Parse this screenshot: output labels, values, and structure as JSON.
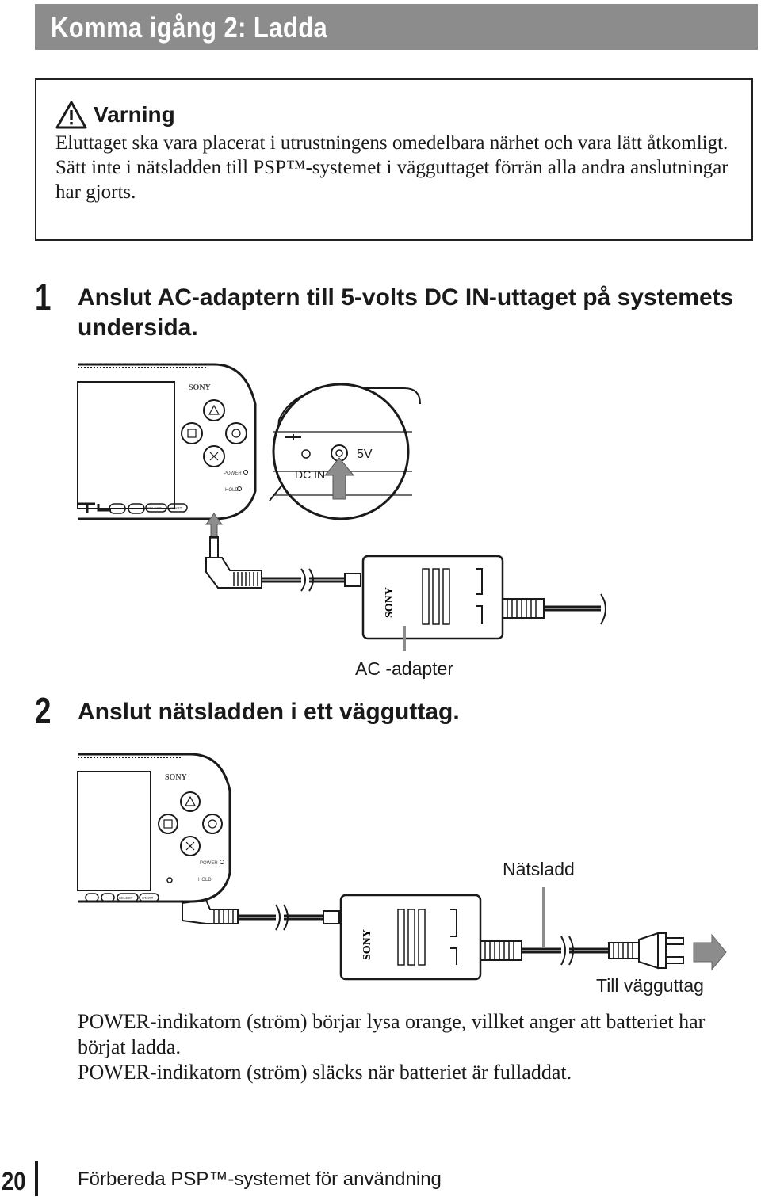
{
  "header": {
    "title": "Komma igång 2: Ladda"
  },
  "warning": {
    "title": "Varning",
    "lines": [
      "Eluttaget ska vara placerat i utrustningens omedelbara närhet och vara lätt åtkomligt.",
      "Sätt inte i nätsladden till PSP™-systemet i vägguttaget förrän alla andra anslutningar har gjorts."
    ]
  },
  "steps": [
    {
      "number": "1",
      "text": "Anslut AC-adaptern till 5-volts DC IN-uttaget på systemets undersida."
    },
    {
      "number": "2",
      "text": "Anslut nätsladden i ett vägguttag."
    }
  ],
  "figure1": {
    "brand": "SONY",
    "port_voltage": "5V",
    "port_label": "DC IN",
    "power_label": "POWER",
    "hold_label": "HOLD",
    "select_label": "SELECT",
    "start_label": "START",
    "adapter_label": "AC -adapter"
  },
  "figure2": {
    "brand": "SONY",
    "power_label": "POWER",
    "hold_label": "HOLD",
    "select_label": "SELECT",
    "start_label": "START",
    "cord_label": "Nätsladd",
    "outlet_label": "Till vägguttag"
  },
  "description": [
    "POWER-indikatorn (ström) börjar lysa orange, villket anger att batteriet har börjat ladda.",
    "POWER-indikatorn (ström) släcks när batteriet är fulladdat."
  ],
  "footer": {
    "page_number": "20",
    "text": "Förbereda PSP™-systemet för användning"
  }
}
